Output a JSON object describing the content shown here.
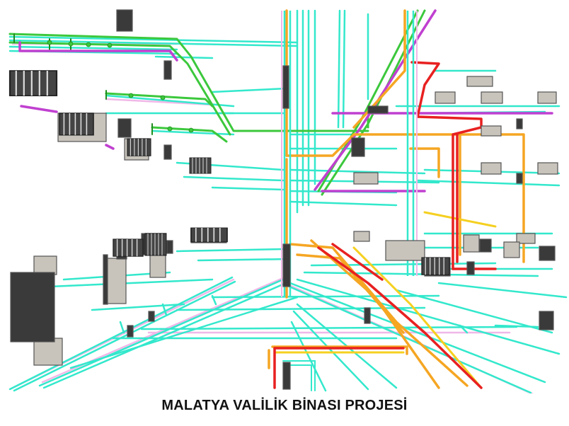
{
  "caption": "MALATYA VALİLİK BİNASI PROJESİ",
  "colors": {
    "cyan": "#33e8cc",
    "pink": "#f0b8e8",
    "magenta": "#c040d0",
    "green": "#3cc83c",
    "orange": "#f5a623",
    "yellow": "#f5d020",
    "red": "#e82020",
    "unit_light": "#c8c4bc",
    "unit_dark": "#333333",
    "unit_edge": "#555555"
  },
  "icons": [
    "duct-line",
    "pipe-line",
    "hvac-unit",
    "grille"
  ]
}
